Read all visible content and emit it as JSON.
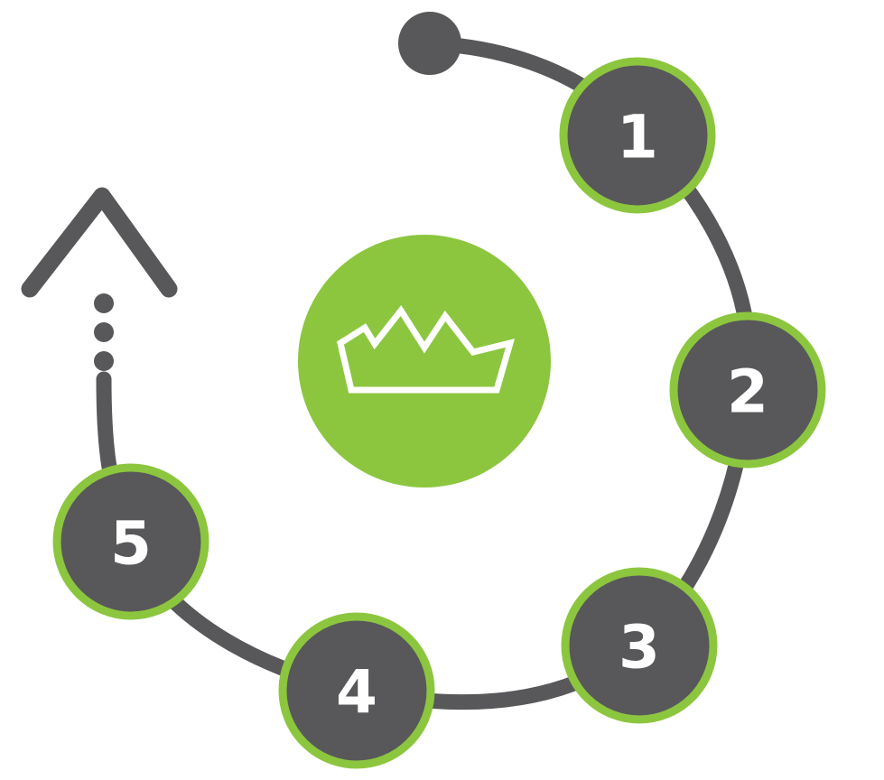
{
  "colors": {
    "path": "#58585a",
    "step_fill": "#58585a",
    "step_ring": "#8cc63f",
    "center_fill": "#8cc63f",
    "crown_stroke": "#ffffff",
    "number_text": "#ffffff",
    "background": "#ffffff"
  },
  "center": {
    "icon": "crown-icon"
  },
  "steps": [
    {
      "number": "1"
    },
    {
      "number": "2"
    },
    {
      "number": "3"
    },
    {
      "number": "4"
    },
    {
      "number": "5"
    }
  ],
  "path": {
    "start_marker": "start-dot",
    "continuation": "dotted-line",
    "end_marker": "up-arrow-icon"
  }
}
